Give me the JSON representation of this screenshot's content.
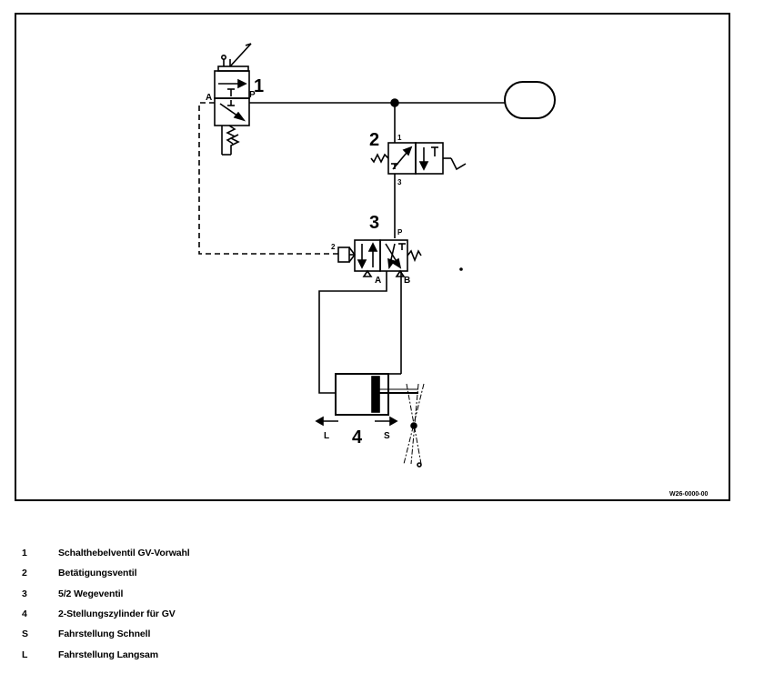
{
  "diagram": {
    "labels": {
      "n1": "1",
      "n2": "2",
      "n3": "3",
      "n4": "4",
      "port_A1": "A",
      "port_P1": "P",
      "port_1": "1",
      "port_3": "3",
      "port_P3": "P",
      "port_2": "2",
      "port_A3": "A",
      "port_B3": "B",
      "dir_L": "L",
      "dir_S": "S"
    },
    "code": "W26-0000-00"
  },
  "legend": [
    {
      "key": "1",
      "text": "Schalthebelventil GV-Vorwahl"
    },
    {
      "key": "2",
      "text": "Betätigungsventil"
    },
    {
      "key": "3",
      "text": "5/2 Wegeventil"
    },
    {
      "key": "4",
      "text": "2-Stellungszylinder für GV"
    },
    {
      "key": "S",
      "text": "Fahrstellung Schnell"
    },
    {
      "key": "L",
      "text": "Fahrstellung Langsam"
    }
  ]
}
